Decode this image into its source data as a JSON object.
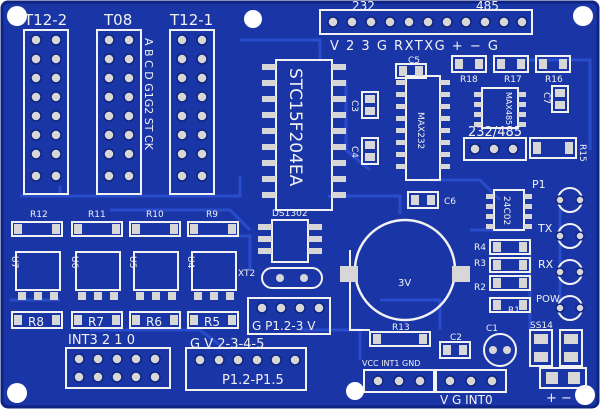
{
  "colors": {
    "board": "#1a35a6",
    "board_edge": "#0f2480",
    "trace": "#2b4fd0",
    "silk": "#f2f2f2",
    "pad": "#d7d7d7",
    "hole": "#ffffff"
  },
  "labels": {
    "t12_2": "T12-2",
    "t08": "T08",
    "t12_1": "T12-1",
    "abc": "A B C D G1G2 ST CK",
    "chip": "STC15F204EA",
    "max232": "MAX232",
    "max485": "MAX485",
    "h232": "232",
    "h485": "485",
    "top_header": "V 2 3 G RXTXG + − G",
    "r18": "R18",
    "r17": "R17",
    "r16": "R16",
    "r15": "R15",
    "c5": "C5",
    "c3": "C3",
    "c4": "C4",
    "c6": "C6",
    "c7": "C7",
    "rs232_485": "232/485",
    "r12": "R12",
    "r11": "R11",
    "r10": "R10",
    "r9": "R9",
    "u7": "U7",
    "u6": "U6",
    "u5": "U5",
    "u4": "U4",
    "r8": "R8",
    "r7": "R7",
    "r6": "R6",
    "r5": "R5",
    "ds1302": "DS1302",
    "xt2": "XT2",
    "gp123": "G  P1.2-3  V",
    "u24c02": "24C02",
    "batt": "3V",
    "r4": "R4",
    "r3": "R3",
    "r2": "R2",
    "r1": "R1",
    "tx": "TX",
    "rx": "RX",
    "pow": "POW",
    "p1": "P1",
    "ss14": "SS14",
    "c1": "C1",
    "c2": "C2",
    "r13": "R13",
    "vcc_int1_gnd": "VCC INT1 GND",
    "int_row": "INT3  2  1  0",
    "gv_row": "G V 2-3-4-5",
    "p12_p15": "P1.2-P1.5",
    "vg_int0": "V  G  INT0",
    "plus_minus": "+  −"
  }
}
